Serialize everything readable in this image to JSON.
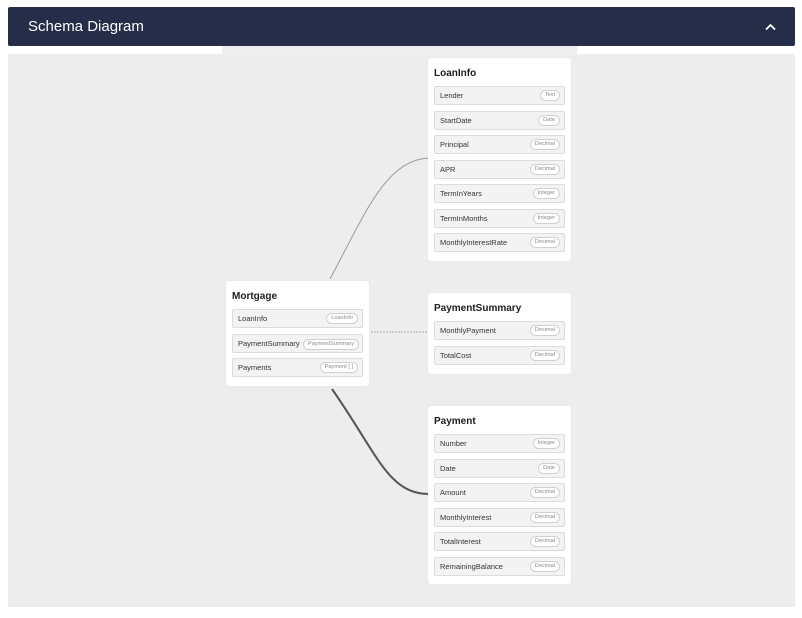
{
  "header": {
    "title": "Schema Diagram",
    "collapse_icon": "chevron-up-icon"
  },
  "colors": {
    "header_bg": "#252d48",
    "canvas_bg": "#ededee",
    "node_bg": "#ffffff",
    "edge": "#9a9a9a",
    "edge_selected": "#555555"
  },
  "nodes": {
    "mortgage": {
      "title": "Mortgage",
      "fields": [
        {
          "name": "LoanInfo",
          "type": "LoanInfo"
        },
        {
          "name": "PaymentSummary",
          "type": "PaymentSummary"
        },
        {
          "name": "Payments",
          "type": "Payment [ ]"
        }
      ]
    },
    "loaninfo": {
      "title": "LoanInfo",
      "fields": [
        {
          "name": "Lender",
          "type": "Text"
        },
        {
          "name": "StartDate",
          "type": "Date"
        },
        {
          "name": "Principal",
          "type": "Decimal"
        },
        {
          "name": "APR",
          "type": "Decimal"
        },
        {
          "name": "TermInYears",
          "type": "Integer"
        },
        {
          "name": "TermInMonths",
          "type": "Integer"
        },
        {
          "name": "MonthlyInterestRate",
          "type": "Decimal"
        }
      ]
    },
    "paymentsummary": {
      "title": "PaymentSummary",
      "fields": [
        {
          "name": "MonthlyPayment",
          "type": "Decimal"
        },
        {
          "name": "TotalCost",
          "type": "Decimal"
        }
      ]
    },
    "payment": {
      "title": "Payment",
      "fields": [
        {
          "name": "Number",
          "type": "Integer"
        },
        {
          "name": "Date",
          "type": "Date"
        },
        {
          "name": "Amount",
          "type": "Decimal"
        },
        {
          "name": "MonthlyInterest",
          "type": "Decimal"
        },
        {
          "name": "TotalInterest",
          "type": "Decimal"
        },
        {
          "name": "RemainingBalance",
          "type": "Decimal"
        }
      ]
    }
  }
}
